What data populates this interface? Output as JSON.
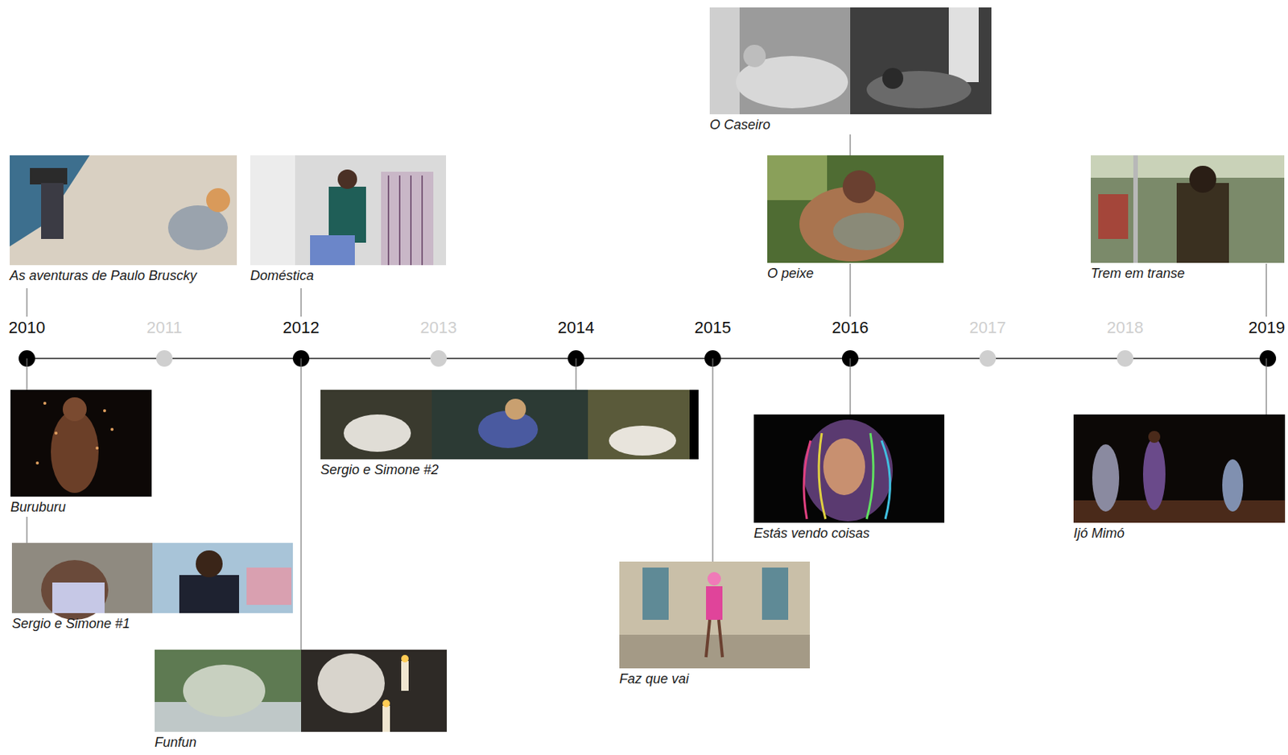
{
  "diagram": {
    "nodes": [
      {
        "text": [
          "As aventuras de Paulo Bruscky"
        ]
      },
      {
        "text": [
          "Doméstica"
        ]
      },
      {
        "text": [
          "O Caseiro"
        ]
      },
      {
        "text": [
          "O peixe"
        ]
      },
      {
        "text": [
          "Trem em transe"
        ]
      },
      {
        "text": [
          "Buruburu"
        ]
      },
      {
        "text": [
          "Sergio e Simone #1"
        ]
      },
      {
        "text": [
          "Funfun"
        ]
      },
      {
        "text": [
          "Sergio e Simone #2"
        ]
      },
      {
        "text": [
          "Estás vendo coisas"
        ]
      },
      {
        "text": [
          "Faz que vai"
        ]
      },
      {
        "text": [
          "Ijó Mimó"
        ]
      }
    ],
    "edges": [
      {
        "from": 2,
        "to": 3,
        "arrow": "none"
      },
      {
        "from": 5,
        "to": 6,
        "arrow": "none"
      }
    ],
    "labels": [
      "2010",
      "2011",
      "2012",
      "2013",
      "2014",
      "2015",
      "2016",
      "2017",
      "2018",
      "2019"
    ]
  }
}
